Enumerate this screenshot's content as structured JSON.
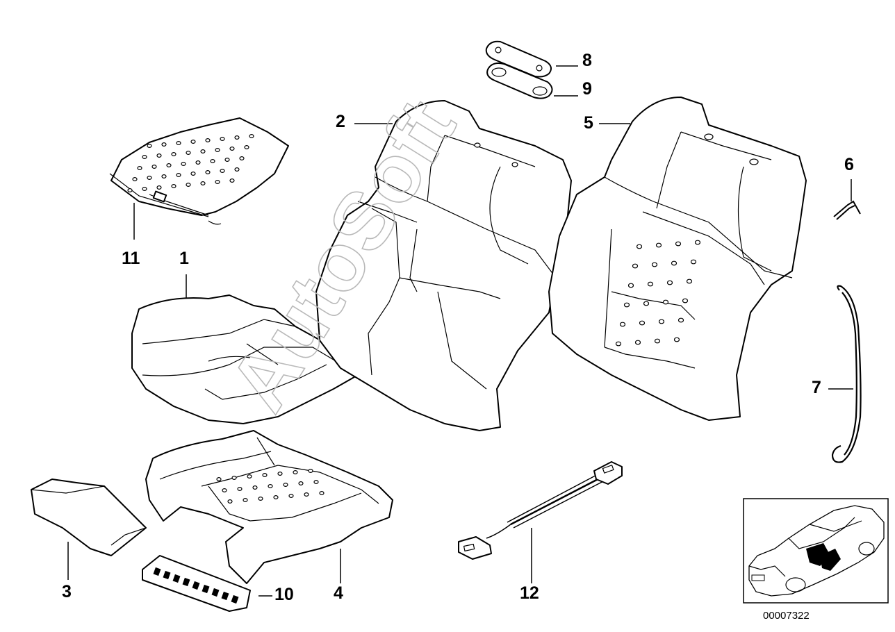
{
  "diagram": {
    "callouts": [
      {
        "id": "c1",
        "text": "1"
      },
      {
        "id": "c2",
        "text": "2"
      },
      {
        "id": "c3",
        "text": "3"
      },
      {
        "id": "c4",
        "text": "4"
      },
      {
        "id": "c5",
        "text": "5"
      },
      {
        "id": "c6",
        "text": "6"
      },
      {
        "id": "c7",
        "text": "7"
      },
      {
        "id": "c8",
        "text": "8"
      },
      {
        "id": "c9",
        "text": "9"
      },
      {
        "id": "c10",
        "text": "10"
      },
      {
        "id": "c11",
        "text": "11"
      },
      {
        "id": "c12",
        "text": "12"
      }
    ],
    "reference_number": "00007322",
    "watermark": "AutoSoft"
  }
}
